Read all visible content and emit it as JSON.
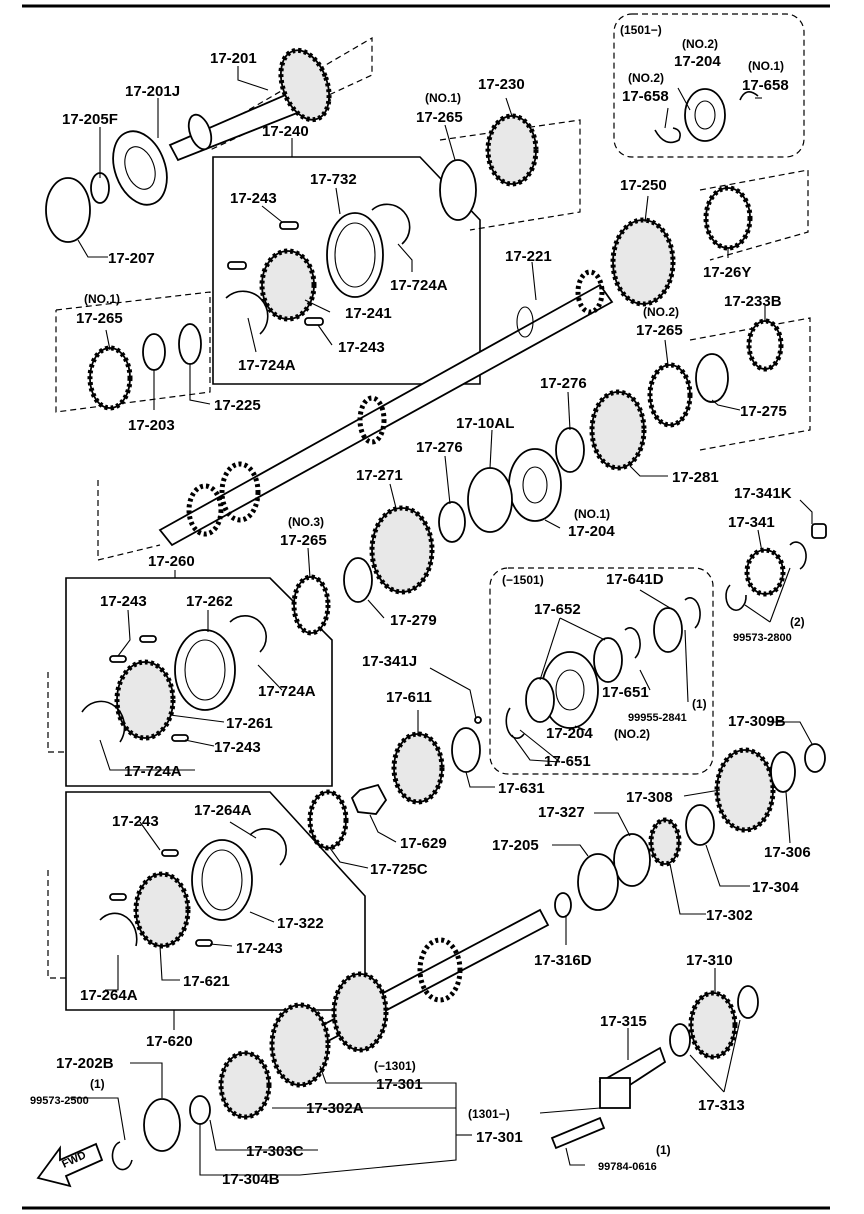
{
  "labels": [
    {
      "key": "l1",
      "text": "17-201"
    },
    {
      "key": "l2",
      "text": "17-201J"
    },
    {
      "key": "l3",
      "text": "17-205F"
    },
    {
      "key": "l4",
      "text": "17-207"
    },
    {
      "key": "l5",
      "text": "17-240"
    },
    {
      "key": "l6",
      "text": "17-243"
    },
    {
      "key": "l7",
      "text": "17-732"
    },
    {
      "key": "l8",
      "text": "17-724A"
    },
    {
      "key": "l9",
      "text": "17-241"
    },
    {
      "key": "l10",
      "text": "17-243"
    },
    {
      "key": "l11",
      "text": "17-724A"
    },
    {
      "key": "l12",
      "text": "(NO.1)"
    },
    {
      "key": "l13",
      "text": "17-265"
    },
    {
      "key": "l14",
      "text": "17-230"
    },
    {
      "key": "l15",
      "text": "(1501−)"
    },
    {
      "key": "l16",
      "text": "(NO.2)"
    },
    {
      "key": "l17",
      "text": "17-204"
    },
    {
      "key": "l18",
      "text": "(NO.2)"
    },
    {
      "key": "l19",
      "text": "17-658"
    },
    {
      "key": "l20",
      "text": "(NO.1)"
    },
    {
      "key": "l21",
      "text": "17-658"
    },
    {
      "key": "l22",
      "text": "17-250"
    },
    {
      "key": "l23",
      "text": "17-26Y"
    },
    {
      "key": "l24",
      "text": "17-221"
    },
    {
      "key": "l25",
      "text": "(NO.1)"
    },
    {
      "key": "l26",
      "text": "17-265"
    },
    {
      "key": "l27",
      "text": "17-203"
    },
    {
      "key": "l28",
      "text": "17-225"
    },
    {
      "key": "l29",
      "text": "(NO.2)"
    },
    {
      "key": "l30",
      "text": "17-265"
    },
    {
      "key": "l31",
      "text": "17-233B"
    },
    {
      "key": "l32",
      "text": "17-276"
    },
    {
      "key": "l33",
      "text": "17-275"
    },
    {
      "key": "l34",
      "text": "17-10AL"
    },
    {
      "key": "l35",
      "text": "17-276"
    },
    {
      "key": "l36",
      "text": "17-281"
    },
    {
      "key": "l37",
      "text": "17-271"
    },
    {
      "key": "l38",
      "text": "(NO.1)"
    },
    {
      "key": "l39",
      "text": "17-204"
    },
    {
      "key": "l40",
      "text": "17-341K"
    },
    {
      "key": "l41",
      "text": "17-260"
    },
    {
      "key": "l42",
      "text": "(NO.3)"
    },
    {
      "key": "l43",
      "text": "17-265"
    },
    {
      "key": "l44",
      "text": "17-341"
    },
    {
      "key": "l45",
      "text": "17-243"
    },
    {
      "key": "l46",
      "text": "17-262"
    },
    {
      "key": "l47",
      "text": "17-279"
    },
    {
      "key": "l48",
      "text": "(−1501)"
    },
    {
      "key": "l49",
      "text": "17-641D"
    },
    {
      "key": "l50",
      "text": "(2)"
    },
    {
      "key": "l51",
      "text": "99573-2800"
    },
    {
      "key": "l52",
      "text": "17-652"
    },
    {
      "key": "l53",
      "text": "17-724A"
    },
    {
      "key": "l54",
      "text": "17-341J"
    },
    {
      "key": "l55",
      "text": "17-651"
    },
    {
      "key": "l56",
      "text": "(1)"
    },
    {
      "key": "l57",
      "text": "99955-2841"
    },
    {
      "key": "l58",
      "text": "17-261"
    },
    {
      "key": "l59",
      "text": "17-611"
    },
    {
      "key": "l60",
      "text": "17-204"
    },
    {
      "key": "l61",
      "text": "(NO.2)"
    },
    {
      "key": "l62",
      "text": "17-243"
    },
    {
      "key": "l63",
      "text": "17-309B"
    },
    {
      "key": "l64",
      "text": "17-724A"
    },
    {
      "key": "l65",
      "text": "17-651"
    },
    {
      "key": "l66",
      "text": "17-631"
    },
    {
      "key": "l67",
      "text": "17-308"
    },
    {
      "key": "l68",
      "text": "17-243"
    },
    {
      "key": "l69",
      "text": "17-264A"
    },
    {
      "key": "l70",
      "text": "17-327"
    },
    {
      "key": "l71",
      "text": "17-629"
    },
    {
      "key": "l72",
      "text": "17-205"
    },
    {
      "key": "l73",
      "text": "17-306"
    },
    {
      "key": "l74",
      "text": "17-725C"
    },
    {
      "key": "l75",
      "text": "17-304"
    },
    {
      "key": "l76",
      "text": "17-322"
    },
    {
      "key": "l77",
      "text": "17-302"
    },
    {
      "key": "l78",
      "text": "17-243"
    },
    {
      "key": "l79",
      "text": "17-316D"
    },
    {
      "key": "l80",
      "text": "17-621"
    },
    {
      "key": "l81",
      "text": "17-310"
    },
    {
      "key": "l82",
      "text": "17-264A"
    },
    {
      "key": "l83",
      "text": "17-315"
    },
    {
      "key": "l84",
      "text": "17-620"
    },
    {
      "key": "l85",
      "text": "17-202B"
    },
    {
      "key": "l86",
      "text": "(−1301)"
    },
    {
      "key": "l87",
      "text": "17-313"
    },
    {
      "key": "l88",
      "text": "(1)"
    },
    {
      "key": "l89",
      "text": "17-301"
    },
    {
      "key": "l90",
      "text": "99573-2500"
    },
    {
      "key": "l91",
      "text": "17-302A"
    },
    {
      "key": "l92",
      "text": "(1301−)"
    },
    {
      "key": "l93",
      "text": "17-303C"
    },
    {
      "key": "l94",
      "text": "17-301"
    },
    {
      "key": "l95",
      "text": "(1)"
    },
    {
      "key": "l96",
      "text": "99784-0616"
    },
    {
      "key": "l97",
      "text": "17-304B"
    }
  ],
  "fwd_label": "FWD"
}
